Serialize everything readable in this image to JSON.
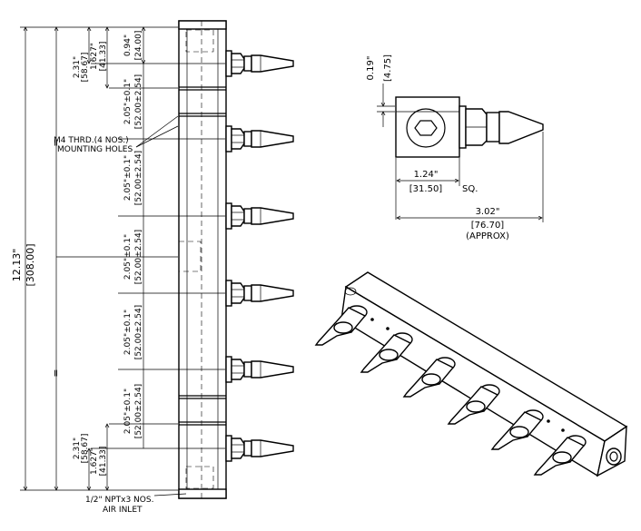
{
  "front_view": {
    "overall_length": {
      "in": "12.13\"",
      "mm": "[308.00]"
    },
    "equal_mark_top": "=",
    "equal_mark_bottom": "=",
    "top_nozzle_offset": {
      "in": "2.31\"",
      "mm": "[58.67]"
    },
    "top_hole_offset": {
      "in": "1.627\"",
      "mm": "[41.33]"
    },
    "top_first_offset": {
      "in": "0.94\"",
      "mm": "[24.00]"
    },
    "pitch": [
      {
        "in": "2.05\"±0.1\"",
        "mm": "[52.00±2.54]"
      },
      {
        "in": "2.05\"±0.1\"",
        "mm": "[52.00±2.54]"
      },
      {
        "in": "2.05\"±0.1\"",
        "mm": "[52.00±2.54]"
      },
      {
        "in": "2.05\"±0.1\"",
        "mm": "[52.00±2.54]"
      },
      {
        "in": "2.05\"±0.1\"",
        "mm": "[52.00±2.54]"
      }
    ],
    "bottom_nozzle_offset": {
      "in": "2.31\"",
      "mm": "[58.67]"
    },
    "bottom_hole_offset": {
      "in": "1.627\"",
      "mm": "[41.33]"
    },
    "mounting_note": {
      "line1": "M4 THRD.(4 NOS.)",
      "line2": "MOUNTING HOLES"
    },
    "inlet_note": {
      "line1": "1/2\" NPTx3 NOS.",
      "line2": "AIR INLET"
    }
  },
  "side_view": {
    "flange": {
      "in": "0.19\"",
      "mm": "[4.75]"
    },
    "section_width": {
      "in": "1.24\"",
      "mm": "[31.50]",
      "suffix": "SQ."
    },
    "overall_width": {
      "in": "3.02\"",
      "mm": "[76.70]",
      "note": "(APPROX)"
    }
  }
}
